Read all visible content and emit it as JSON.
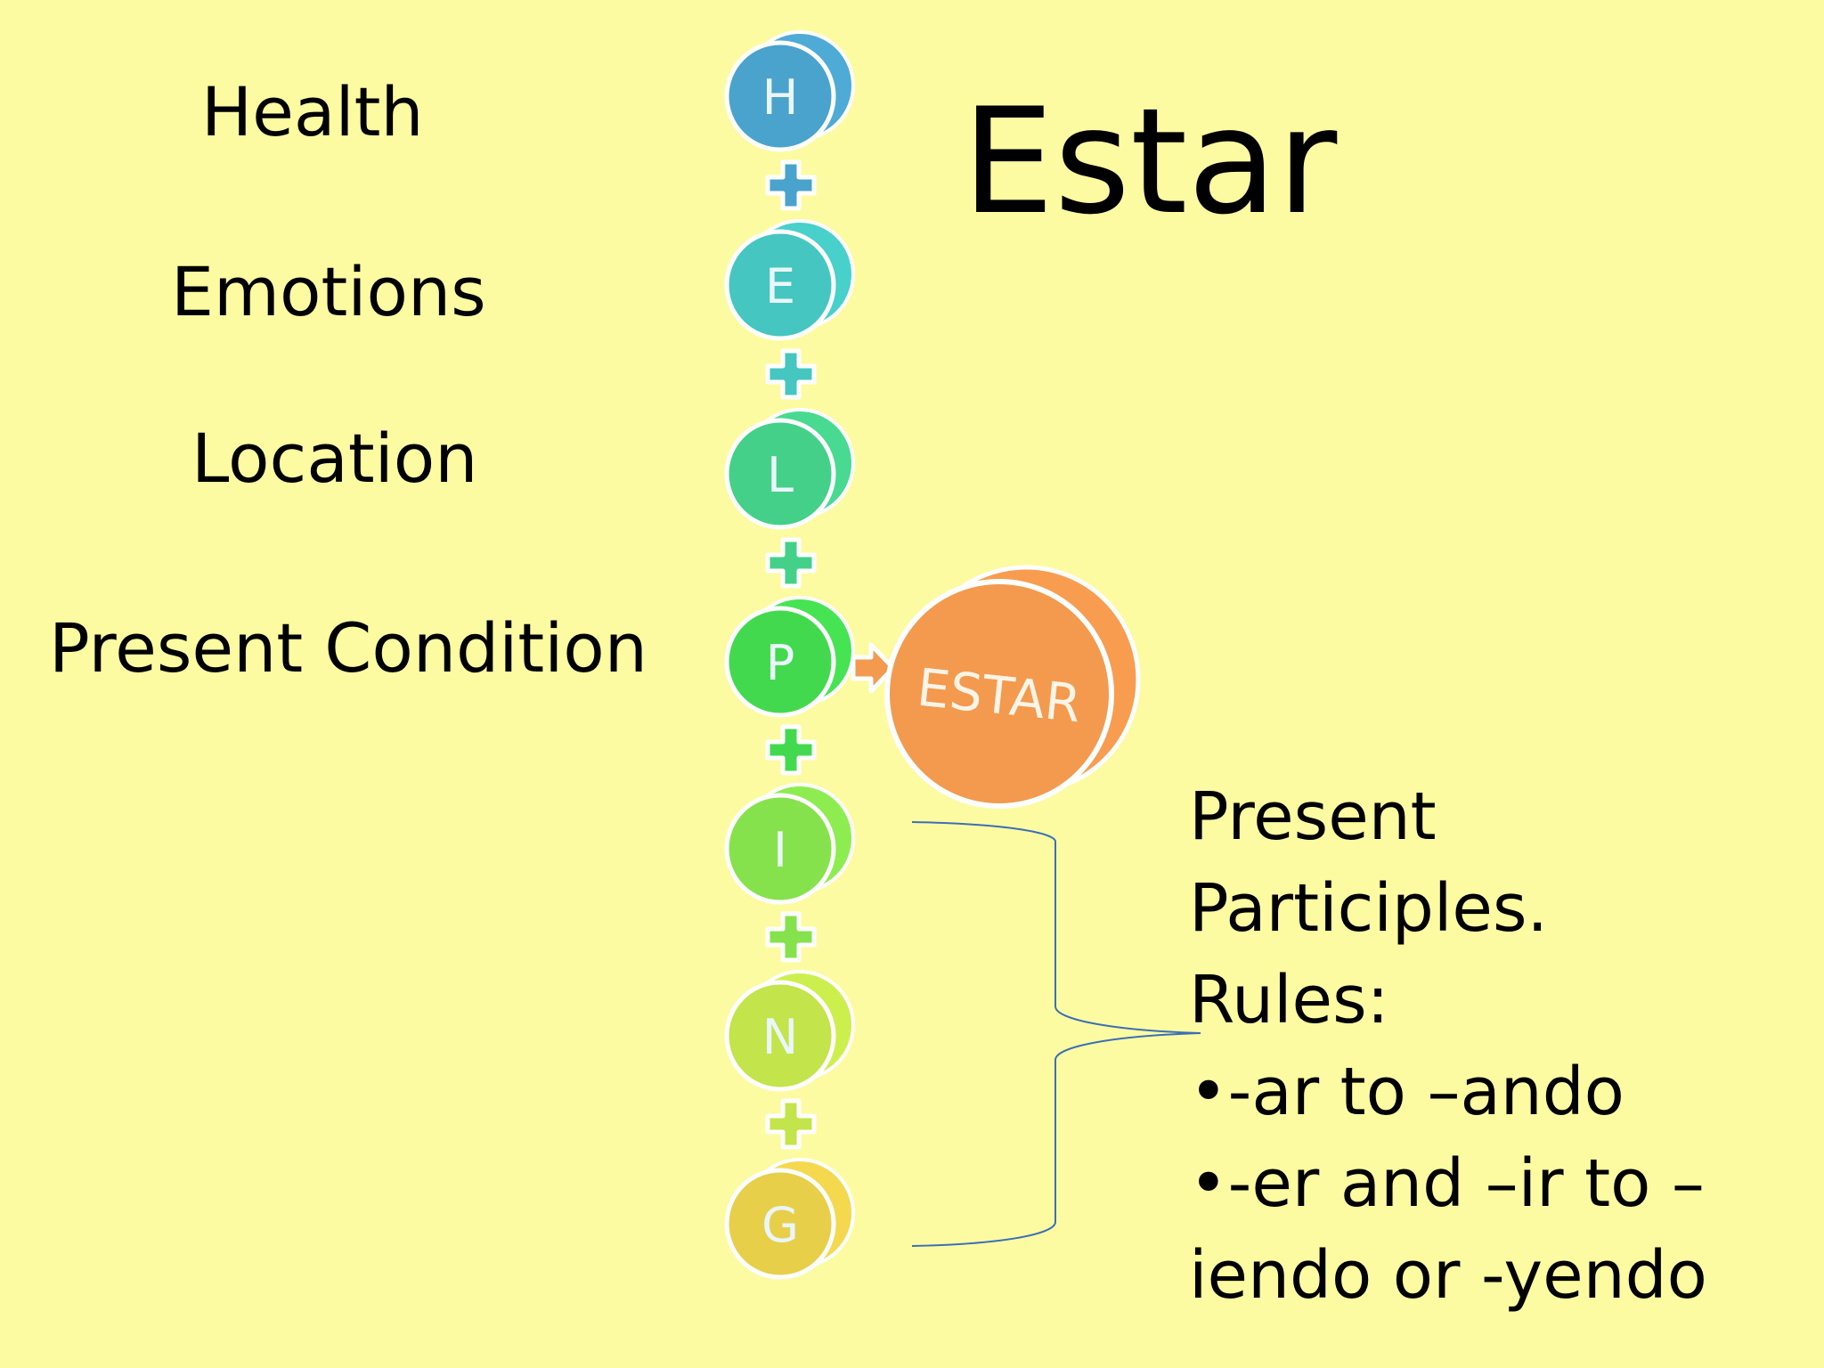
{
  "labels": {
    "health": "Health",
    "emotions": "Emotions",
    "location": "Location",
    "present_condition": "Present Condition"
  },
  "title": "Estar",
  "acronym": {
    "letters": [
      "H",
      "E",
      "L",
      "P",
      "I",
      "N",
      "G"
    ],
    "colors": [
      "#4aa3cc",
      "#45c6c0",
      "#44d089",
      "#43d94f",
      "#86e24c",
      "#c3e44a",
      "#e8cf4a"
    ],
    "connector": "+",
    "target": "ESTAR",
    "target_color": "#f39a4e"
  },
  "notes": {
    "line1": "Present",
    "line2": "Participles.",
    "line3": "Rules:",
    "line4": "•-ar to –ando",
    "line5": "•-er and –ir to –",
    "line6": "iendo or  -yendo"
  },
  "bracket_color": "#3b6fb6"
}
